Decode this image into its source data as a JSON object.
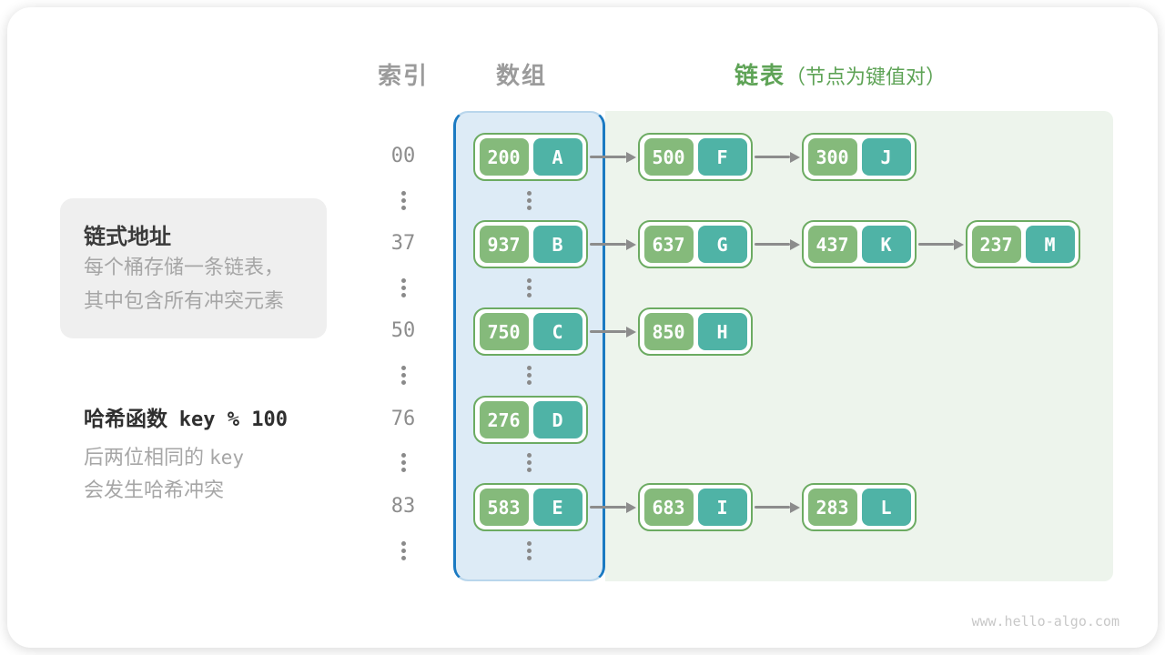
{
  "header": {
    "col_index": "索引",
    "col_array": "数组",
    "col_list": "链表",
    "col_list_note": "（节点为键值对）"
  },
  "sidebar": {
    "box_title": "链式地址",
    "box_line1": "每个桶存储一条链表，",
    "box_line2": "其中包含所有冲突元素",
    "hash_label": "哈希函数",
    "hash_formula": "key % 100",
    "note_line1_text": "后两位相同的",
    "note_line1_mono": "key",
    "note_line2": "会发生哈希冲突"
  },
  "rows": [
    {
      "index": "00",
      "array": {
        "key": "200",
        "value": "A"
      },
      "list": [
        {
          "key": "500",
          "value": "F"
        },
        {
          "key": "300",
          "value": "J"
        }
      ]
    },
    {
      "index": "37",
      "array": {
        "key": "937",
        "value": "B"
      },
      "list": [
        {
          "key": "637",
          "value": "G"
        },
        {
          "key": "437",
          "value": "K"
        },
        {
          "key": "237",
          "value": "M"
        }
      ]
    },
    {
      "index": "50",
      "array": {
        "key": "750",
        "value": "C"
      },
      "list": [
        {
          "key": "850",
          "value": "H"
        }
      ]
    },
    {
      "index": "76",
      "array": {
        "key": "276",
        "value": "D"
      },
      "list": []
    },
    {
      "index": "83",
      "array": {
        "key": "583",
        "value": "E"
      },
      "list": [
        {
          "key": "683",
          "value": "I"
        },
        {
          "key": "283",
          "value": "L"
        }
      ]
    }
  ],
  "watermark": "www.hello-algo.com",
  "colors": {
    "key_green": "#85ba7b",
    "value_teal": "#4fb3a6",
    "node_border_green": "#6cab62",
    "array_fill_blue": "#ddebf6",
    "array_border_blue": "#1b7ac2",
    "list_fill_green": "#edf4ec",
    "header_gray": "#9b9b9b",
    "header_green": "#5ea356",
    "arrow_gray": "#8c8c8c",
    "sidebar_box_gray": "#efefef"
  }
}
